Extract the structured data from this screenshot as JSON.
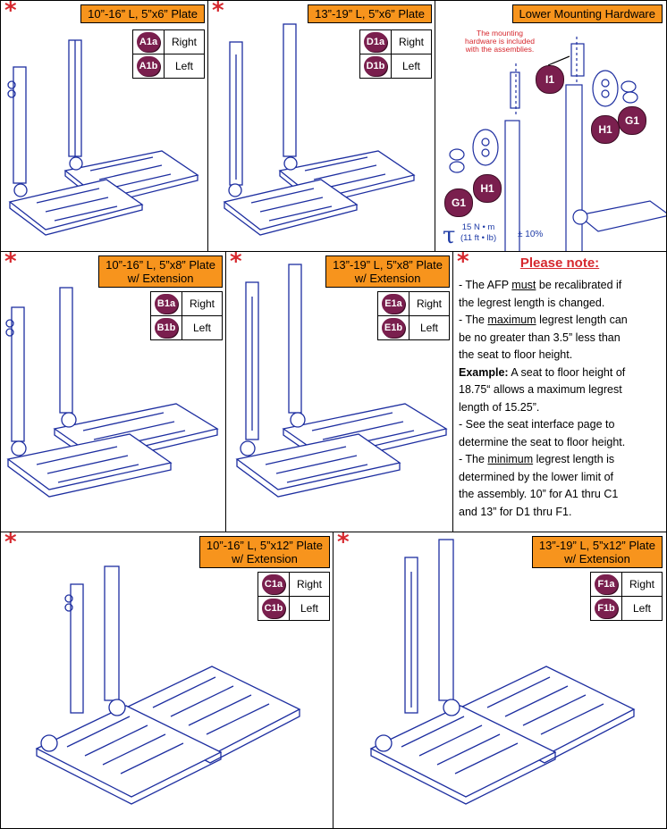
{
  "panels": {
    "a1": {
      "title": "10”-16” L, 5”x6” Plate",
      "right_code": "A1a",
      "right_label": "Right",
      "left_code": "A1b",
      "left_label": "Left"
    },
    "d1": {
      "title": "13”-19” L, 5”x6” Plate",
      "right_code": "D1a",
      "right_label": "Right",
      "left_code": "D1b",
      "left_label": "Left"
    },
    "b1": {
      "title_line1": "10”-16” L, 5”x8” Plate",
      "title_line2": "w/ Extension",
      "right_code": "B1a",
      "right_label": "Right",
      "left_code": "B1b",
      "left_label": "Left"
    },
    "e1": {
      "title_line1": "13”-19” L, 5”x8” Plate",
      "title_line2": "w/ Extension",
      "right_code": "E1a",
      "right_label": "Right",
      "left_code": "E1b",
      "left_label": "Left"
    },
    "c1": {
      "title_line1": "10”-16” L, 5”x12” Plate",
      "title_line2": "w/ Extension",
      "right_code": "C1a",
      "right_label": "Right",
      "left_code": "C1b",
      "left_label": "Left"
    },
    "f1": {
      "title_line1": "13”-19” L, 5”x12” Plate",
      "title_line2": "w/ Extension",
      "right_code": "F1a",
      "right_label": "Right",
      "left_code": "F1b",
      "left_label": "Left"
    }
  },
  "hardware": {
    "title": "Lower Mounting Hardware",
    "note_line1": "The mounting",
    "note_line2": "hardware is included",
    "note_line3": "with the assemblies.",
    "callouts": [
      "I1",
      "H1",
      "G1",
      "H1",
      "G1"
    ],
    "tau_symbol": "τ",
    "torque_nm": "15 N • m",
    "torque_ftlb": "(11 ft • lb)",
    "tolerance": "± 10%"
  },
  "note": {
    "star": "*",
    "heading": "Please note:",
    "l1_a": "- The AFP ",
    "l1_u": "must",
    "l1_b": " be recalibrated if",
    "l2": "the legrest length is changed.",
    "l3_a": "- The ",
    "l3_u": "maximum",
    "l3_b": " legrest length can",
    "l4": "be no greater than 3.5” less than",
    "l5": "the seat to floor height.",
    "l6_bold": "Example:",
    "l6_b": " A seat to floor height of",
    "l7": "18.75“ allows a maximum legrest",
    "l8": "length of 15.25”.",
    "l9": "- See the seat interface page to",
    "l10": "determine the seat to floor height.",
    "l11_a": "- The ",
    "l11_u": "minimum",
    "l11_b": " legrest length is",
    "l12": "determined by the lower limit of",
    "l13": "the assembly. 10” for A1 thru C1",
    "l14": "and 13” for D1 thru F1."
  },
  "colors": {
    "accent": "#f7941d",
    "badge": "#7a1f4e",
    "star": "#d6282e",
    "line": "#1d2ea0"
  }
}
